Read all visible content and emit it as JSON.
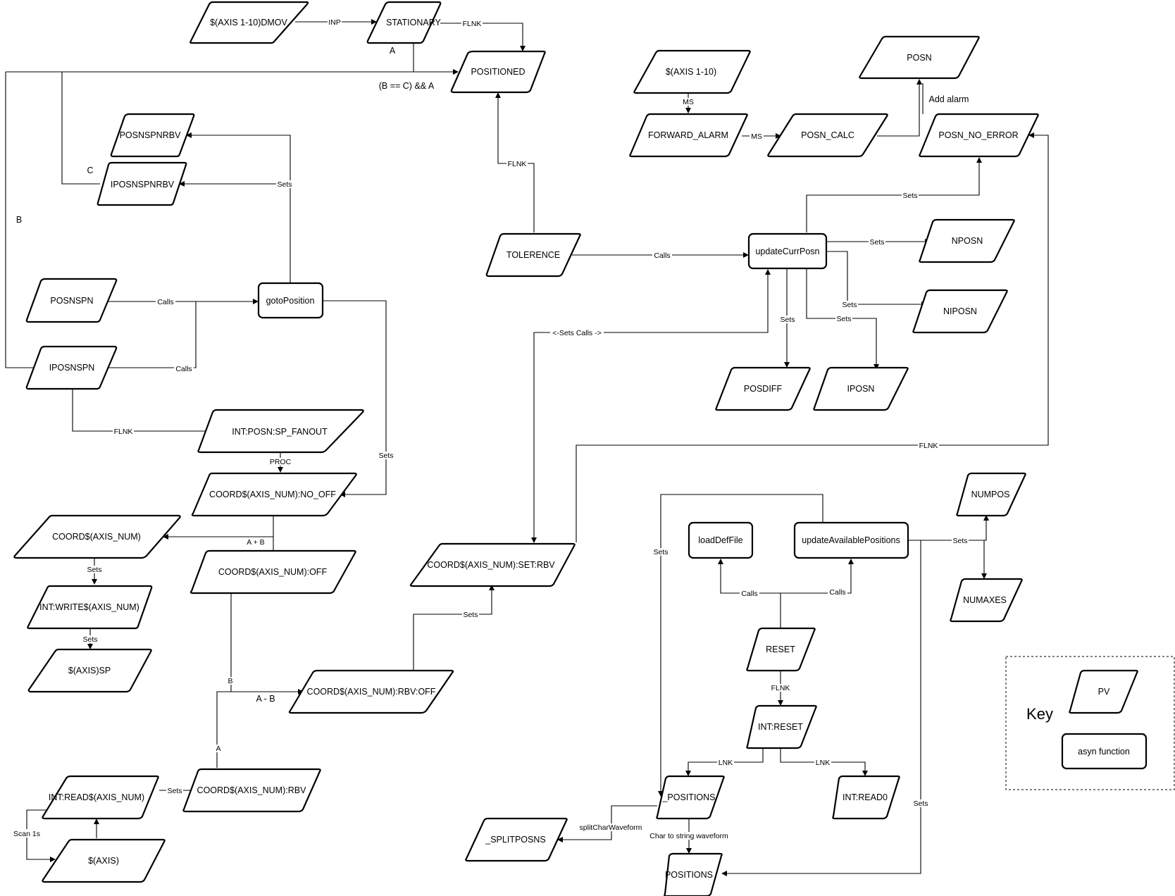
{
  "nodes": {
    "axis_dmov": {
      "label": "$(AXIS 1-10)DMOV",
      "type": "pv"
    },
    "stationary": {
      "label": "STATIONARY",
      "type": "pv"
    },
    "positioned": {
      "label": "POSITIONED",
      "type": "pv"
    },
    "posnspnrbv": {
      "label": "POSNSPNRBV",
      "type": "pv"
    },
    "iposnspnrbv": {
      "label": "IPOSNSPNRBV",
      "type": "pv"
    },
    "posnspn": {
      "label": "POSNSPN",
      "type": "pv"
    },
    "gotoposition": {
      "label": "gotoPosition",
      "type": "asyn function"
    },
    "iposnspn": {
      "label": "IPOSNSPN",
      "type": "pv"
    },
    "sp_fanout": {
      "label": "INT:POSN:SP_FANOUT",
      "type": "pv"
    },
    "no_off": {
      "label": "COORD$(AXIS_NUM):NO_OFF",
      "type": "pv"
    },
    "coord": {
      "label": "COORD$(AXIS_NUM)",
      "type": "pv"
    },
    "off": {
      "label": "COORD$(AXIS_NUM):OFF",
      "type": "pv"
    },
    "int_write": {
      "label": "INT:WRITE$(AXIS_NUM)",
      "type": "pv"
    },
    "axis_sp": {
      "label": "$(AXIS)SP",
      "type": "pv"
    },
    "rbv_off": {
      "label": "COORD$(AXIS_NUM):RBV:OFF",
      "type": "pv"
    },
    "int_read": {
      "label": "INT:READ$(AXIS_NUM)",
      "type": "pv"
    },
    "rbv": {
      "label": "COORD$(AXIS_NUM):RBV",
      "type": "pv"
    },
    "axis": {
      "label": "$(AXIS)",
      "type": "pv"
    },
    "tolerence": {
      "label": "TOLERENCE",
      "type": "pv"
    },
    "set_rbv": {
      "label": "COORD$(AXIS_NUM):SET:RBV",
      "type": "pv"
    },
    "splitposns": {
      "label": "_SPLITPOSNS",
      "type": "pv"
    },
    "axis_1_10": {
      "label": "$(AXIS 1-10)",
      "type": "pv"
    },
    "forward_alarm": {
      "label": "FORWARD_ALARM",
      "type": "pv"
    },
    "posn_calc": {
      "label": "POSN_CALC",
      "type": "pv"
    },
    "posn": {
      "label": "POSN",
      "type": "pv"
    },
    "posn_no_error": {
      "label": "POSN_NO_ERROR",
      "type": "pv"
    },
    "updatecurrposn": {
      "label": "updateCurrPosn",
      "type": "asyn function"
    },
    "nposn": {
      "label": "NPOSN",
      "type": "pv"
    },
    "niposn": {
      "label": "NIPOSN",
      "type": "pv"
    },
    "posdiff": {
      "label": "POSDIFF",
      "type": "pv"
    },
    "iposn": {
      "label": "IPOSN",
      "type": "pv"
    },
    "loaddeffile": {
      "label": "loadDefFile",
      "type": "asyn function"
    },
    "updateavailablepositions": {
      "label": "updateAvailablePositions",
      "type": "asyn function"
    },
    "numpos": {
      "label": "NUMPOS",
      "type": "pv"
    },
    "numaxes": {
      "label": "NUMAXES",
      "type": "pv"
    },
    "reset": {
      "label": "RESET",
      "type": "pv"
    },
    "int_reset": {
      "label": "INT:RESET",
      "type": "pv"
    },
    "u_positions": {
      "label": "_POSITIONS",
      "type": "pv"
    },
    "int_read0": {
      "label": "INT:READ0",
      "type": "pv"
    },
    "positions": {
      "label": "POSITIONS",
      "type": "pv"
    }
  },
  "edge_labels": {
    "inp": "INP",
    "flnk_stationary": "FLNK",
    "a_top": "A",
    "b_eq_c": "(B == C) && A",
    "c": "C",
    "b_left": "B",
    "sets_gotoposition": "Sets",
    "calls_posnspn": "Calls",
    "calls_iposnspn": "Calls",
    "flnk_iposnspn": "FLNK",
    "proc": "PROC",
    "sets_no_off": "Sets",
    "a_plus_b": "A + B",
    "sets_coord": "Sets",
    "sets_int_write": "Sets",
    "b_mid": "B",
    "a_minus_b": "A - B",
    "a_mid": "A",
    "sets_int_read": "Sets",
    "scan_1s": "Scan 1s",
    "flnk_tolerence": "FLNK",
    "calls_tolerence": "Calls",
    "sets_calls": "<-Sets  Calls ->",
    "sets_rbv_off": "Sets",
    "ms_1": "MS",
    "ms_2": "MS",
    "add_alarm": "Add alarm",
    "sets_no_error": "Sets",
    "sets_nposn": "Sets",
    "sets_niposn": "Sets",
    "sets_posdiff": "Sets",
    "sets_iposn": "Sets",
    "flnk_long": "FLNK",
    "sets_u_positions": "Sets",
    "sets_numpos": "Sets",
    "calls_loaddef": "Calls",
    "calls_update": "Calls",
    "flnk_reset": "FLNK",
    "lnk_left": "LNK",
    "lnk_right": "LNK",
    "split_char": "splitCharWaveform",
    "char_to_string": "Char to string waveform",
    "sets_positions": "Sets"
  },
  "key": {
    "title": "Key",
    "pv": "PV",
    "asyn": "asyn function"
  }
}
